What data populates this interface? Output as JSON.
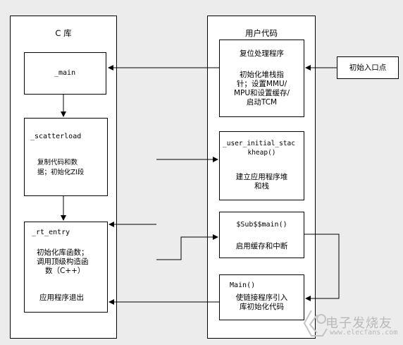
{
  "clib": {
    "title": "C 库",
    "main": {
      "label": "_main"
    },
    "scatterload": {
      "label": "_scatterload",
      "line1": "复制代码和数",
      "line2": "据；初始化ZI段"
    },
    "rt_entry": {
      "label": "_rt_entry",
      "line1": "初始化库函数；",
      "line2": "调用顶级构造函",
      "line3": "数（C++）",
      "exit": "应用程序退出"
    }
  },
  "user": {
    "title": "用户代码",
    "reset": {
      "line1": "复位处理程序",
      "line2": "初始化堆栈指",
      "line3": "针；设置MMU/",
      "line4": "MPU和设置缓存/",
      "line5": "启动TCM"
    },
    "stackheap": {
      "line1": "_user_initial_stac",
      "line2": "kheap()",
      "line3": "建立应用程序堆",
      "line4": "和栈"
    },
    "sub_main": {
      "label": "$Sub$$main()",
      "line1": "启用缓存和中断"
    },
    "main": {
      "label": "Main()",
      "line1": "使链接程序引入",
      "line2": "库初始化代码"
    }
  },
  "entry": {
    "label": "初始入口点"
  },
  "watermark": {
    "text": "电子发烧友",
    "url": "www.elecfans.com",
    "logo": "elecfans-logo-icon"
  }
}
